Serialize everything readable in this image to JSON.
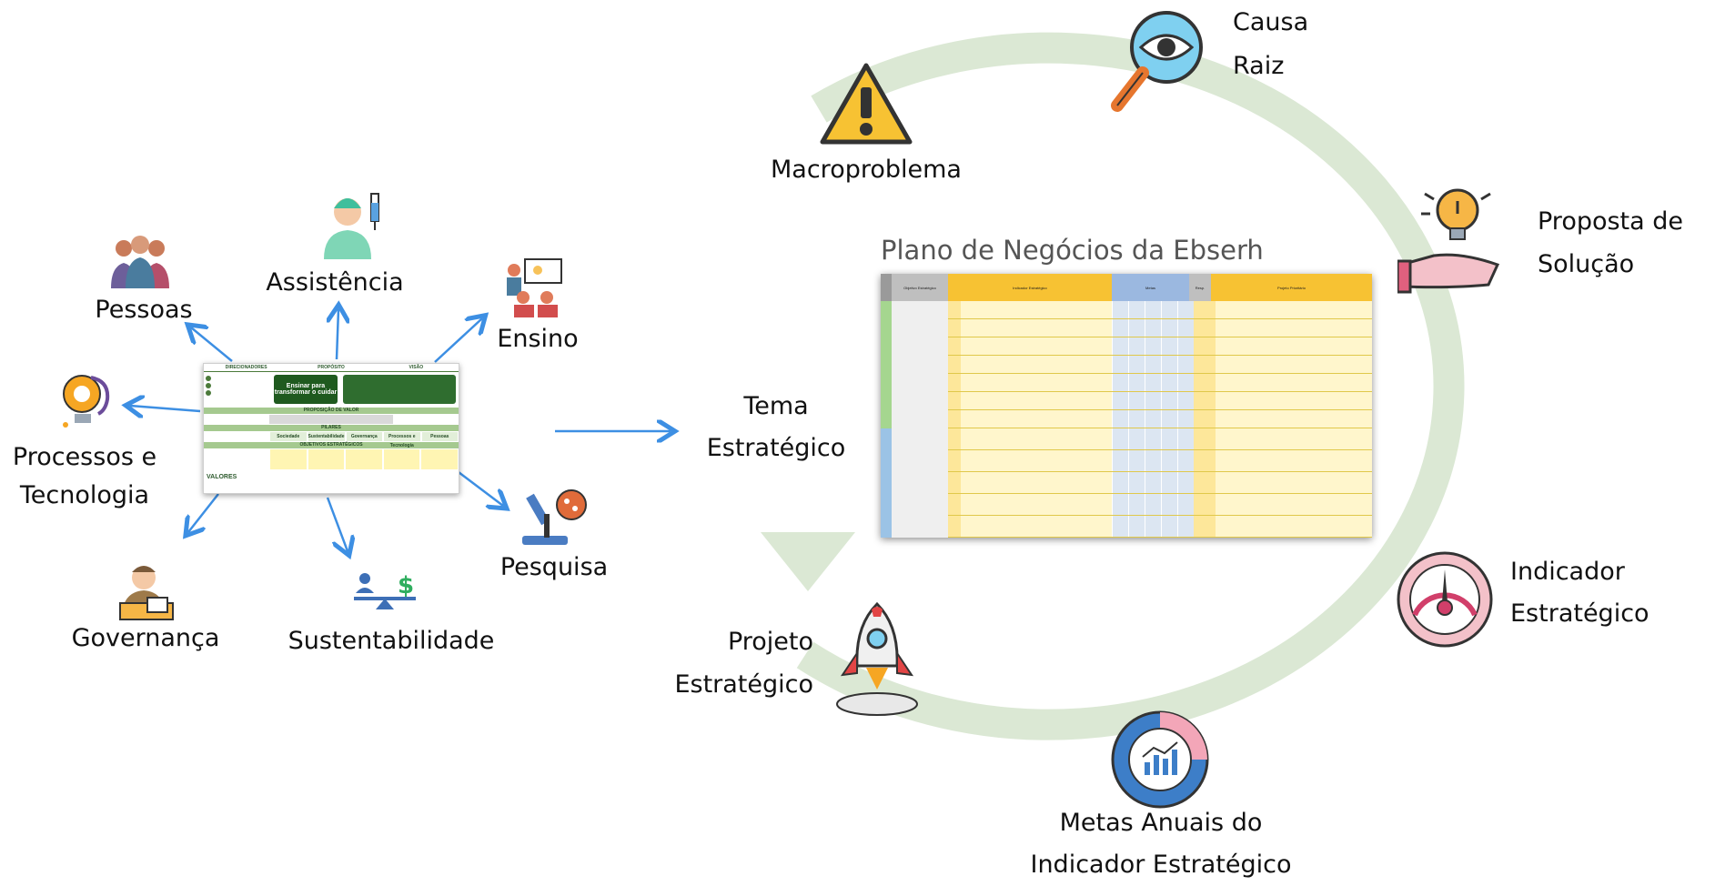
{
  "left_cluster": {
    "labels": {
      "pessoas": "Pessoas",
      "assistencia": "Assistência",
      "ensino": "Ensino",
      "processos_line1": "Processos e",
      "processos_line2": "Tecnologia",
      "pesquisa": "Pesquisa",
      "governanca": "Governança",
      "sustentabilidade": "Sustentabilidade"
    },
    "map_thumbnail": {
      "col_direcionadores": "DIRECIONADORES",
      "col_proposito": "PROPÓSITO",
      "col_visao": "VISÃO",
      "proposito_text": "Ensinar para transformar o cuidar",
      "proposicao_valor": "PROPOSIÇÃO DE VALOR",
      "pilares": "PILARES",
      "pilares_items": [
        "Sociedade",
        "Sustentabilidade",
        "Governança",
        "Processos e Tecnologia",
        "Pessoas"
      ],
      "objetivos": "OBJETIVOS ESTRATÉGICOS",
      "valores": "VALORES"
    }
  },
  "center": {
    "tema_line1": "Tema",
    "tema_line2": "Estratégico"
  },
  "cycle": {
    "macroproblema": "Macroproblema",
    "causa_line1": "Causa",
    "causa_line2": "Raiz",
    "proposta_line1": "Proposta de",
    "proposta_line2": "Solução",
    "indicador_line1": "Indicador",
    "indicador_line2": "Estratégico",
    "metas_line1": "Metas Anuais do",
    "metas_line2": "Indicador Estratégico",
    "projeto_line1": "Projeto",
    "projeto_line2": "Estratégico"
  },
  "plan": {
    "title": "Plano de Negócios da Ebserh",
    "headers": [
      "Objetivo Estratégico",
      "Indicador Estratégico",
      "Metas",
      "Resp.",
      "Projeto Prioritário"
    ]
  },
  "colors": {
    "cycle_ring": "#dbe8d4",
    "arrow_blue": "#3d8fe3",
    "dark_green": "#2f6d2f",
    "light_green": "#a5c98f",
    "table_yellow": "#fde79a",
    "table_blue": "#dce6f2",
    "brand_pink": "#e0607e"
  },
  "icons": [
    "people-icon",
    "doctor-syringe-icon",
    "teacher-presentation-icon",
    "gear-bulb-icon",
    "microscope-icon",
    "manager-icon",
    "balance-money-icon",
    "warning-icon",
    "magnifier-eye-icon",
    "bulb-hand-icon",
    "gauge-icon",
    "chart-badge-icon",
    "rocket-icon"
  ]
}
